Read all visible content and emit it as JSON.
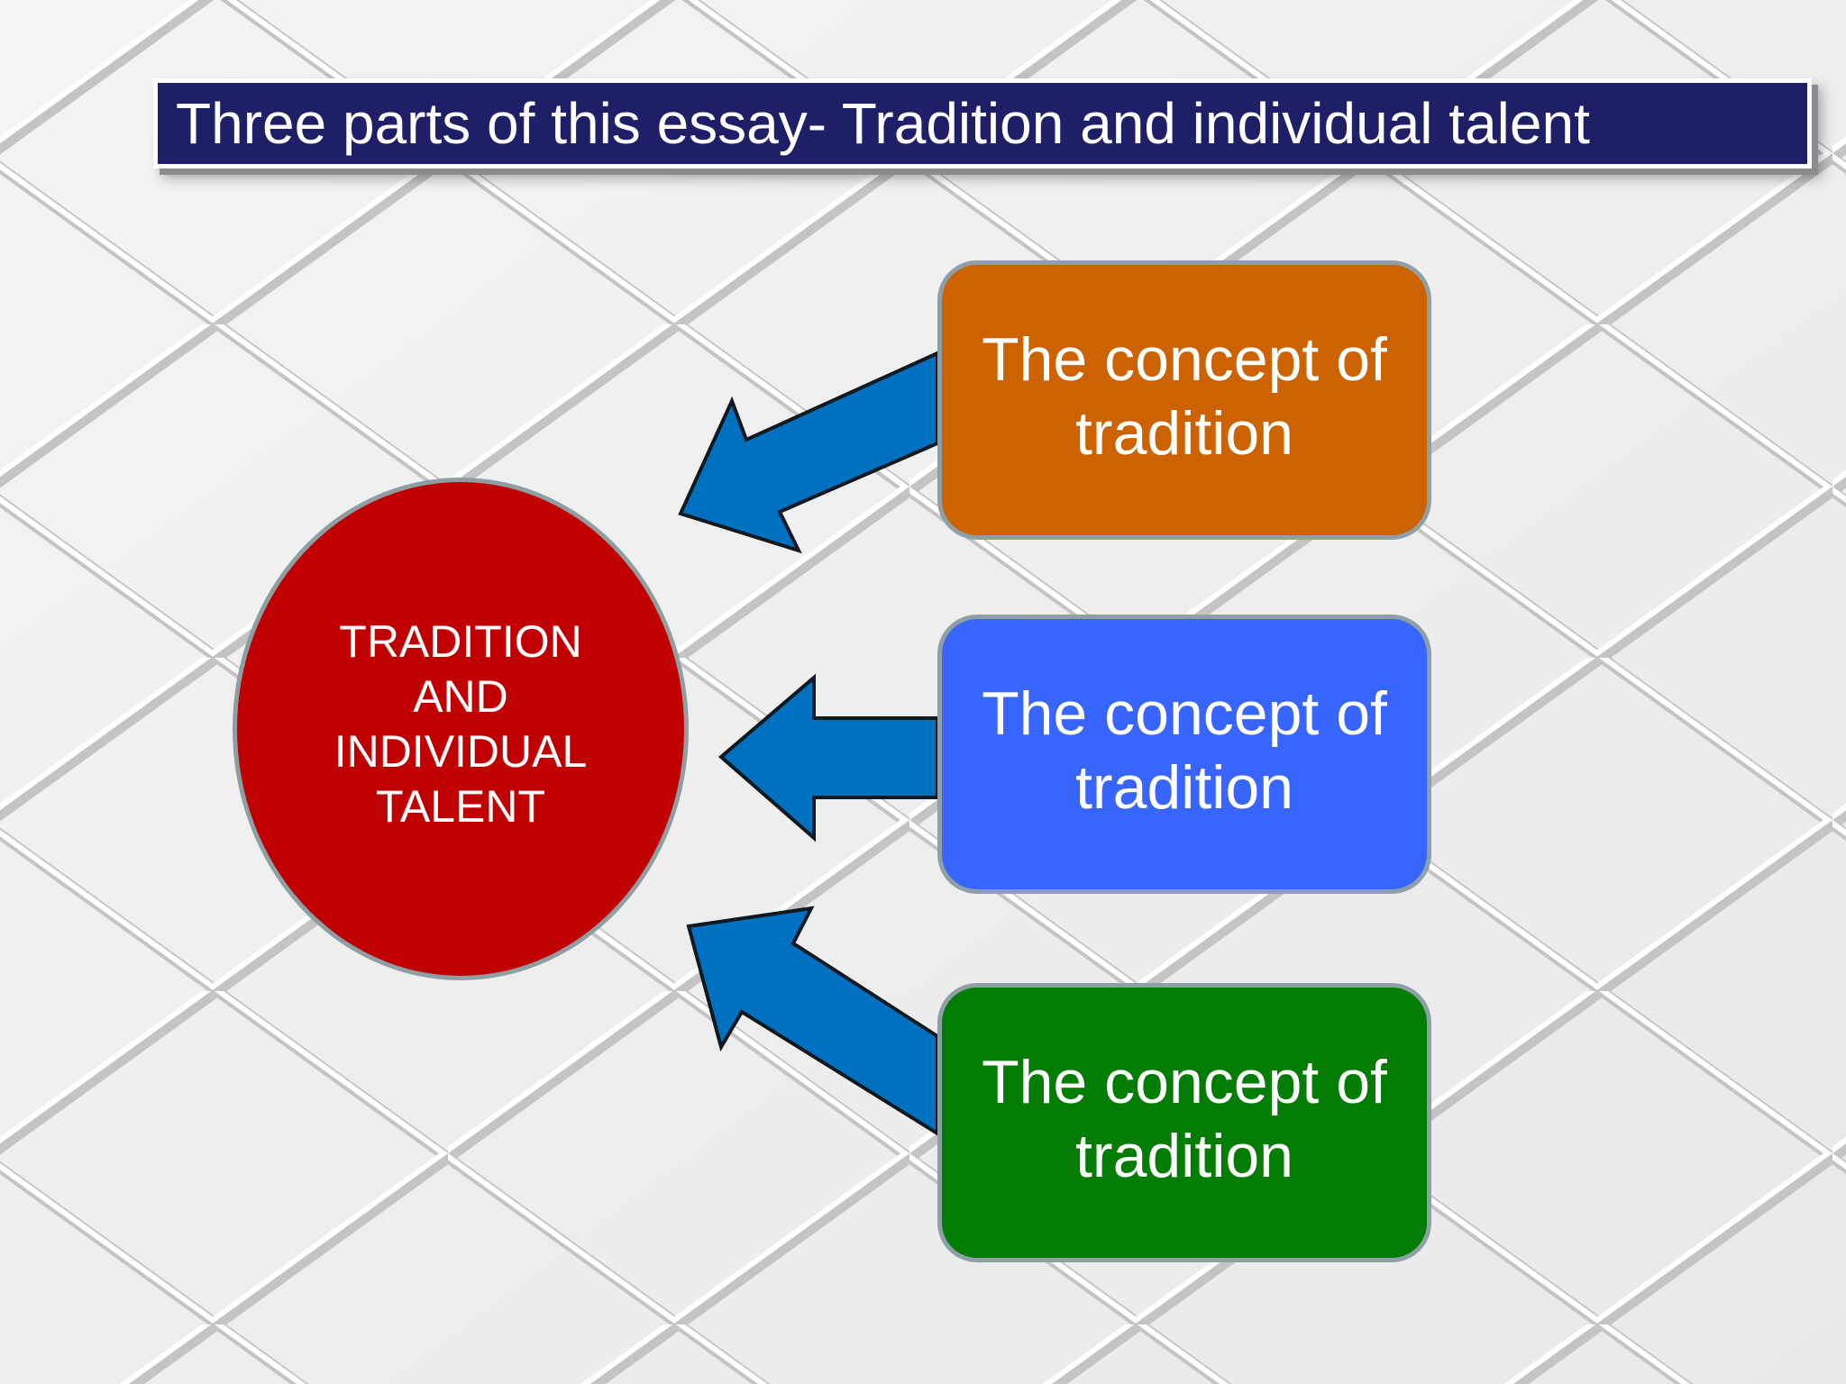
{
  "slide": {
    "title": "Three parts of this essay- Tradition and individual talent"
  },
  "diagram": {
    "center": {
      "label": "TRADITION\nAND\nINDIVIDUAL\nTALENT",
      "color": "#c00000"
    },
    "parts": [
      {
        "label": "The concept of tradition",
        "color": "#cc6200"
      },
      {
        "label": "The concept of tradition",
        "color": "#3865ff"
      },
      {
        "label": "The concept of tradition",
        "color": "#027c02"
      }
    ],
    "arrow_color": "#0070c0",
    "title_bar_color": "#1f1f68"
  }
}
